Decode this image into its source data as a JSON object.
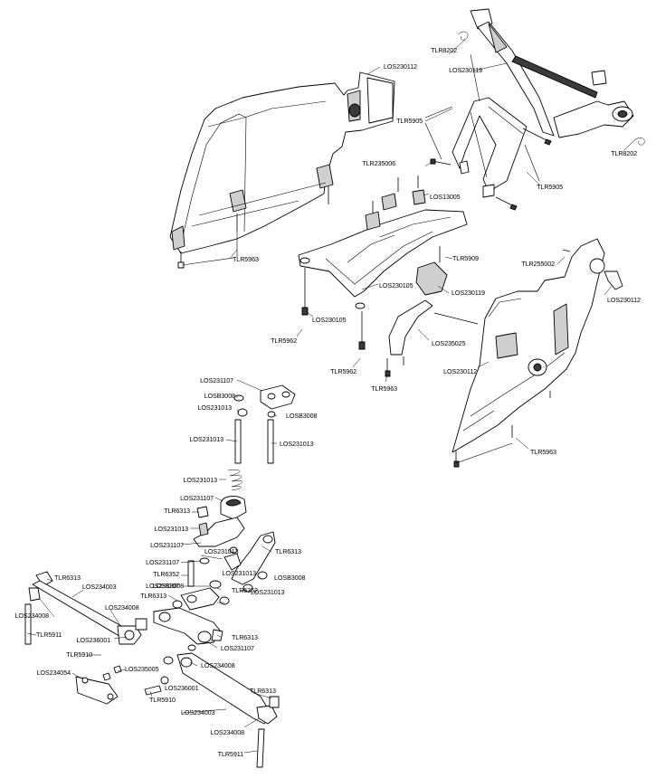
{
  "labels": [
    "LOS230112",
    "TLR8202",
    "LOS230119",
    "TLR5905",
    "TLR8202",
    "TLR235006",
    "LOS13005",
    "TLR5905",
    "TLR5963",
    "TLR5909",
    "TLR255002",
    "LOS230112",
    "LOS230105",
    "LOS230119",
    "LOS230105",
    "TLR5962",
    "LOS235025",
    "TLR5962",
    "LOS230112",
    "TLR5963",
    "TLR5963",
    "LOS231107",
    "LOSB3008",
    "LOS231013",
    "LOSB3008",
    "LOS231013",
    "LOS231013",
    "LOS231013",
    "LOS231107",
    "TLR6313",
    "LOS231013",
    "LOS231107",
    "LOS231013",
    "TLR6313",
    "LOS231107",
    "TLR6352",
    "LOS231013",
    "LOSB3008",
    "LOS231107",
    "LOSB3008",
    "TLR6313",
    "TLR6352",
    "LOS231013",
    "TLR6313",
    "LOS234003",
    "LOS234008",
    "LOS234008",
    "TLR6313",
    "TLR5911",
    "LOS231107",
    "LOS236001",
    "TLR5910",
    "LOS234008",
    "LOS235005",
    "LOS234054",
    "LOS236001",
    "TLR5910",
    "TLR6313",
    "LOS234003",
    "LOS234008",
    "TLR5911"
  ]
}
